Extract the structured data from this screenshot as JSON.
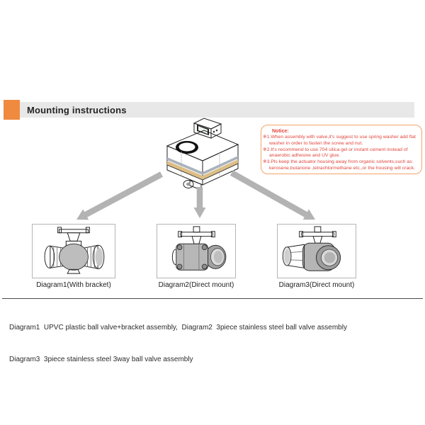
{
  "header": {
    "title": "Mounting instructions"
  },
  "notice": {
    "title": "Notice:",
    "items": [
      "※1.When assembly with valve,it's suggest to use spring washer add flat washer in order to fasten the screw and nut.",
      "※2.It's recommend to use 704 silica gel or instant cement instead of anaerobic adhesive and UV glue.",
      "※3.Pls keep the actuator housing away from organic solvents,such as: kerosene,butanone ,tetrachlormethane etc.,or the housing will crack."
    ]
  },
  "diagrams": [
    {
      "label": "Diagram1(With bracket)",
      "illustration": "upvc-plastic-ball-valve-with-bracket"
    },
    {
      "label": "Diagram2(Direct mount)",
      "illustration": "3piece-stainless-steel-ball-valve"
    },
    {
      "label": "Diagram3(Direct mount)",
      "illustration": "3piece-stainless-steel-3way-ball-valve"
    }
  ],
  "footer": {
    "line1": "Diagram1  UPVC plastic ball valve+bracket assembly,  Diagram2  3piece stainless steel ball valve assembly",
    "line2": "Diagram3  3piece stainless steel 3way ball valve assembly"
  },
  "actuator": {
    "illustration": "electric-actuator-with-lcd-display"
  },
  "colors": {
    "accent_orange": "#ef8a3e",
    "header_bar_gray": "#e8e8e8",
    "notice_border_orange": "#f3a469",
    "notice_text_red": "#e0453c",
    "arrow_gray": "#b3b3b3",
    "actuator_stripe_tan": "#dcbe86",
    "actuator_stripe_gray": "#a9b2bc"
  }
}
